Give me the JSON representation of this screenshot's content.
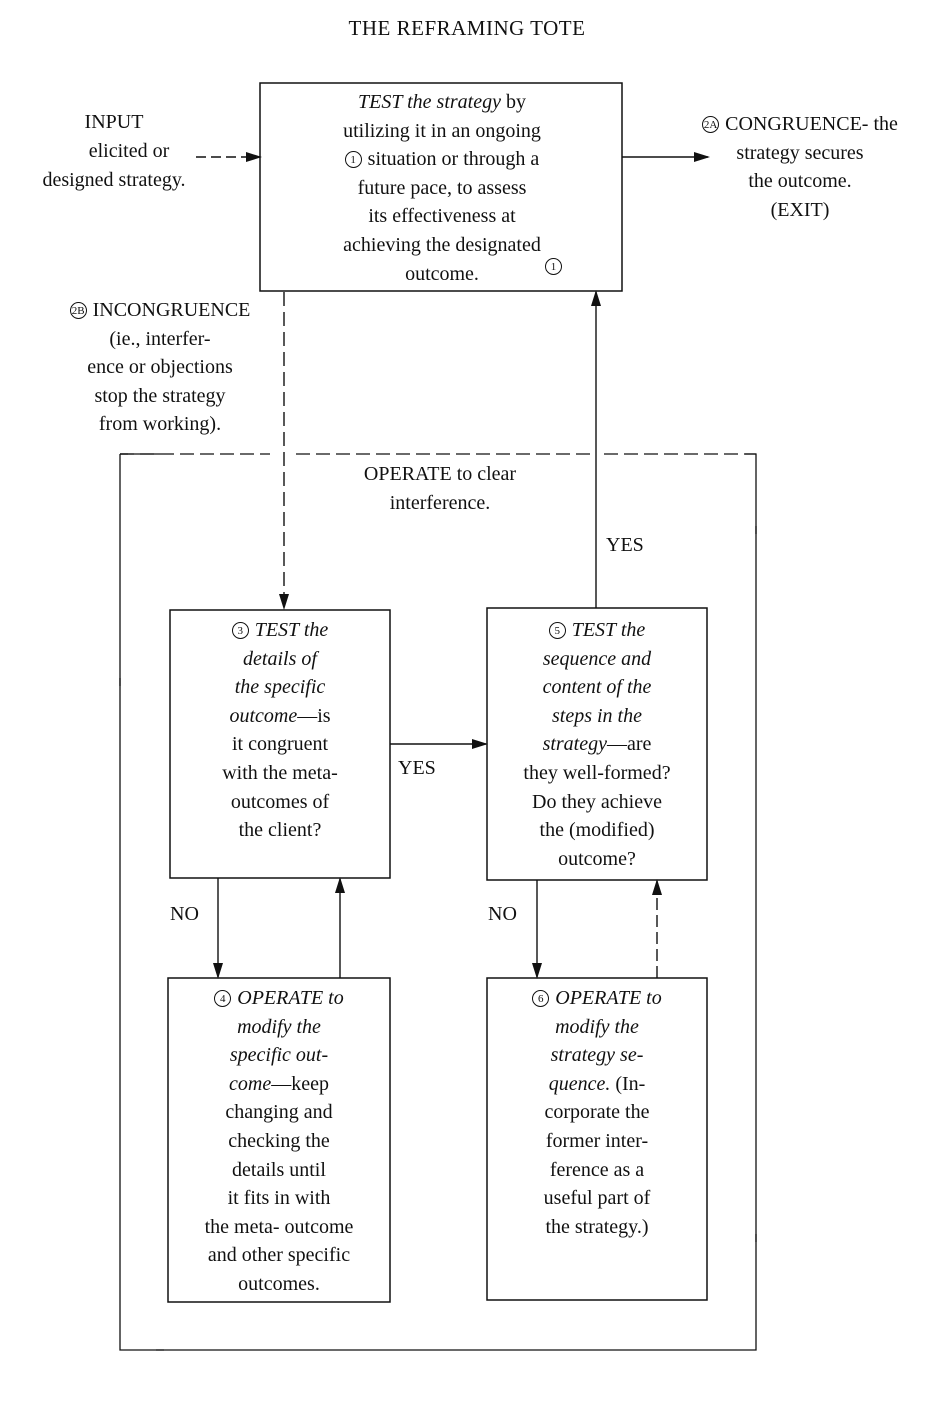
{
  "title": "THE REFRAMING TOTE",
  "input": [
    "INPUT",
    "elicited or",
    "designed strategy."
  ],
  "test_main": {
    "lines": [
      {
        "italic": "TEST the strategy",
        "text": " by"
      },
      {
        "text": "utilizing it in an ongoing"
      },
      {
        "badge": "1",
        "text": "situation or through a"
      },
      {
        "text": "future pace, to assess"
      },
      {
        "text": "its effectiveness at"
      },
      {
        "text": "achieving the designated"
      },
      {
        "text": "outcome."
      }
    ],
    "corner_badge": "1"
  },
  "congruence": {
    "badge": "2A",
    "lines": [
      "CONGRUENCE- the",
      "strategy secures",
      "the outcome.",
      "(EXIT)"
    ]
  },
  "incongruence": {
    "badge": "2B",
    "lines": [
      "INCONGRUENCE",
      "(ie., interfer-",
      "ence or objections",
      "stop the strategy",
      "from working)."
    ]
  },
  "operate_region": [
    "OPERATE to clear",
    "interference."
  ],
  "box3": {
    "badge": "3",
    "lines": [
      {
        "italic": "TEST the"
      },
      {
        "italic": "details of"
      },
      {
        "italic": "the specific"
      },
      {
        "italic": "outcome",
        "text": "—is"
      },
      {
        "text": "it congruent"
      },
      {
        "text": "with the meta-"
      },
      {
        "text": "outcomes of"
      },
      {
        "text": "the client?"
      }
    ]
  },
  "box4": {
    "badge": "4",
    "lines": [
      {
        "italic": "OPERATE to"
      },
      {
        "italic": "modify the"
      },
      {
        "italic": "specific out-"
      },
      {
        "italic": "come",
        "text": "—keep"
      },
      {
        "text": "changing and"
      },
      {
        "text": "checking the"
      },
      {
        "text": "details until"
      },
      {
        "text": "it fits in with"
      },
      {
        "text": "the meta- outcome"
      },
      {
        "text": "and other specific"
      },
      {
        "text": "outcomes."
      }
    ]
  },
  "box5": {
    "badge": "5",
    "lines": [
      {
        "italic": "TEST the"
      },
      {
        "italic": "sequence and"
      },
      {
        "italic": "content of the"
      },
      {
        "italic": "steps in the"
      },
      {
        "italic": "strategy",
        "text": "—are"
      },
      {
        "text": "they well-formed?"
      },
      {
        "text": "Do they achieve"
      },
      {
        "text": "the (modified)"
      },
      {
        "text": "outcome?"
      }
    ]
  },
  "box6": {
    "badge": "6",
    "lines": [
      {
        "italic": "OPERATE to"
      },
      {
        "italic": "modify the"
      },
      {
        "italic": "strategy se-"
      },
      {
        "italic": "quence.",
        "text": " (In-"
      },
      {
        "text": "corporate the"
      },
      {
        "text": "former inter-"
      },
      {
        "text": "ference as a"
      },
      {
        "text": "useful part of"
      },
      {
        "text": "the strategy.)"
      }
    ]
  },
  "labels": {
    "yes_3_to_5": "YES",
    "yes_5_to_test": "YES",
    "no_3": "NO",
    "no_5": "NO"
  }
}
